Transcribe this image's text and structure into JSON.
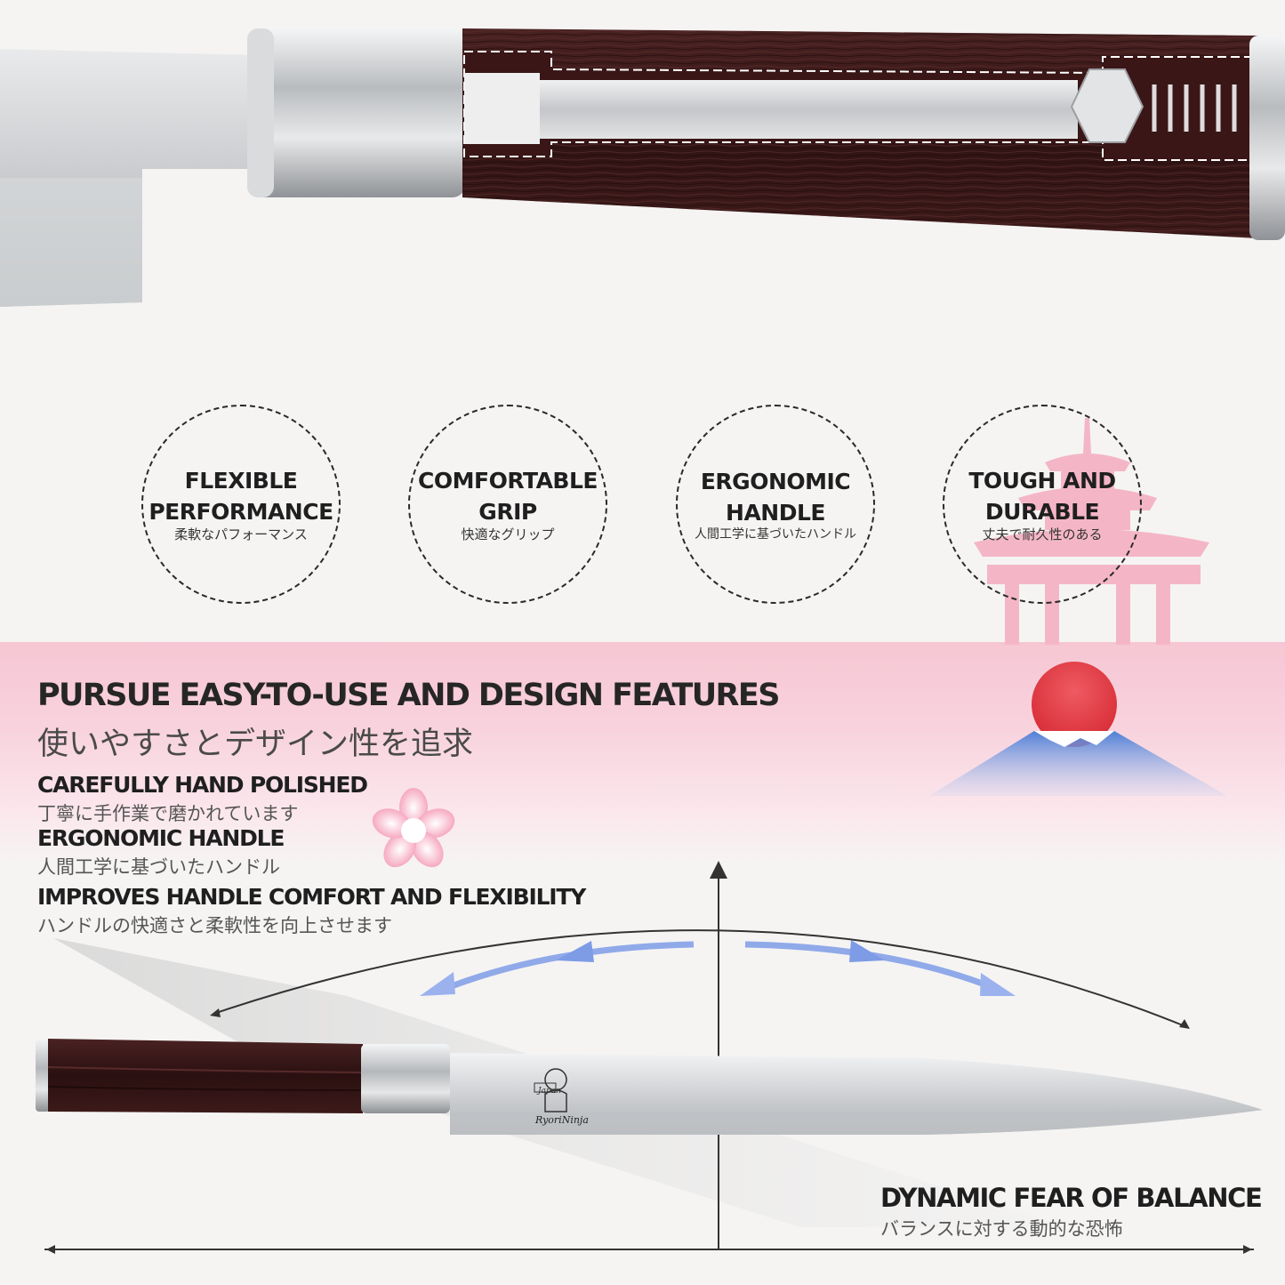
{
  "features": [
    {
      "title": "FLEXIBLE\nPERFORMANCE",
      "subtitle": "柔軟なパフォーマンス"
    },
    {
      "title": "COMFORTABLE\nGRIP",
      "subtitle": "快適なグリップ"
    },
    {
      "title": "ERGONOMIC\nHANDLE",
      "subtitle": "人間工学に基づいたハンドル"
    },
    {
      "title": "TOUGH AND\nDURABLE",
      "subtitle": "丈夫で耐久性のある"
    }
  ],
  "headline": {
    "title": "PURSUE EASY-TO-USE AND DESIGN FEATURES",
    "subtitle": "使いやすさとデザイン性を追求"
  },
  "points": [
    {
      "title": "CAREFULLY HAND POLISHED",
      "subtitle": "丁寧に手作業で磨かれています"
    },
    {
      "title": "ERGONOMIC HANDLE",
      "subtitle": "人間工学に基づいたハンドル"
    },
    {
      "title": "IMPROVES HANDLE COMFORT AND FLEXIBILITY",
      "subtitle": "ハンドルの快適さと柔軟性を向上させます"
    }
  ],
  "balance": {
    "title": "DYNAMIC FEAR OF BALANCE",
    "subtitle": "バランスに対する動的な恐怖"
  },
  "brand": {
    "logo_text": "RyoriNinja",
    "badge_text": "Japan"
  },
  "colors": {
    "wood": "#3a1a1a",
    "steel": "#c9cbcd",
    "pink": "#f6c6d3",
    "arrow": "#7e9be6",
    "sun": "#e43b45",
    "mountain": "#5f8fe0"
  }
}
